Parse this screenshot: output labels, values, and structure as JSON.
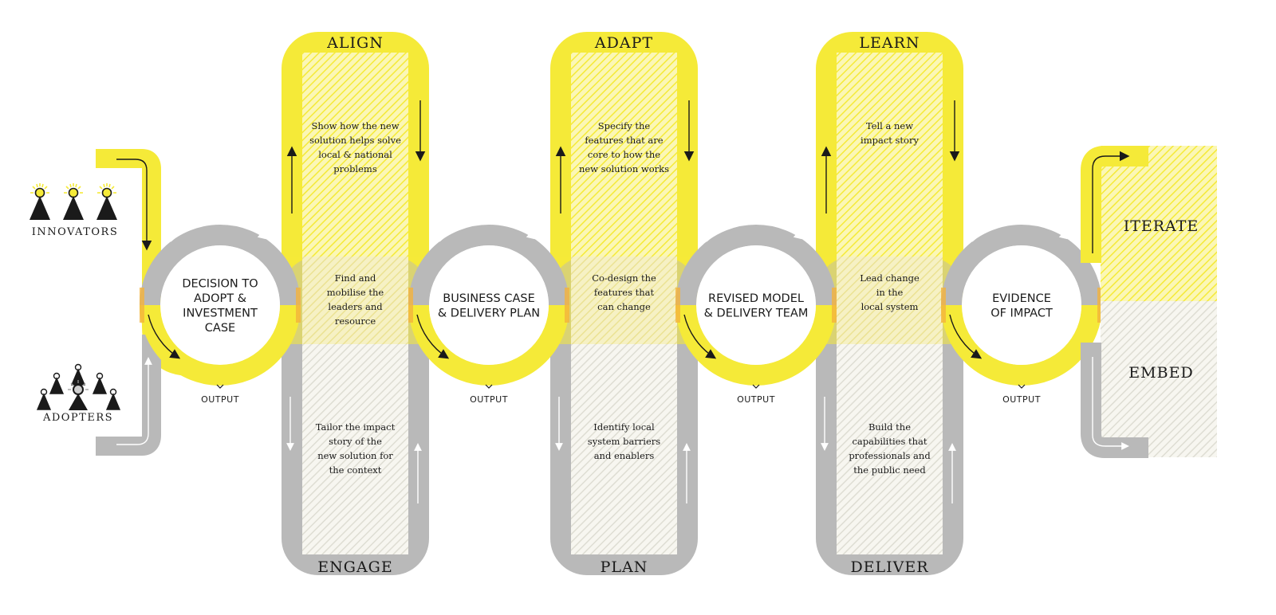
{
  "colors": {
    "yellow": "#f5ea38",
    "grey": "#b9b9b9",
    "orange": "#f4b33c",
    "dark": "#1a1a1a",
    "white": "#ffffff"
  },
  "actors": {
    "innovators": "INNOVATORS",
    "adopters": "ADOPTERS"
  },
  "phases": [
    {
      "top": "ALIGN",
      "bottom": "ENGAGE",
      "top_steps": [
        "Show how the new",
        "solution helps solve",
        "local & national",
        "problems"
      ],
      "mid_steps": [
        "Find and",
        "mobilise the",
        "leaders and",
        "resource"
      ],
      "bottom_steps": [
        "Tailor the impact",
        "story of the",
        "new solution for",
        "the context"
      ]
    },
    {
      "top": "ADAPT",
      "bottom": "PLAN",
      "top_steps": [
        "Specify the",
        "features that are",
        "core to how the",
        "new solution works"
      ],
      "mid_steps": [
        "Co-design the",
        "features that",
        "can change"
      ],
      "bottom_steps": [
        "Identify local",
        "system barriers",
        "and enablers"
      ]
    },
    {
      "top": "LEARN",
      "bottom": "DELIVER",
      "top_steps": [
        "Tell a new",
        "impact story"
      ],
      "mid_steps": [
        "Lead change",
        "in the",
        "local system"
      ],
      "bottom_steps": [
        "Build the",
        "capabilities that",
        "professionals and",
        "the public need"
      ]
    }
  ],
  "hubs": [
    {
      "lines": [
        "DECISION TO",
        "ADOPT &",
        "INVESTMENT",
        "CASE"
      ],
      "output": "OUTPUT"
    },
    {
      "lines": [
        "BUSINESS CASE",
        "& DELIVERY PLAN"
      ],
      "output": "OUTPUT"
    },
    {
      "lines": [
        "REVISED MODEL",
        "& DELIVERY TEAM"
      ],
      "output": "OUTPUT"
    },
    {
      "lines": [
        "EVIDENCE",
        "OF IMPACT"
      ],
      "output": "OUTPUT"
    }
  ],
  "outcomes": {
    "iterate": "ITERATE",
    "embed": "EMBED"
  }
}
